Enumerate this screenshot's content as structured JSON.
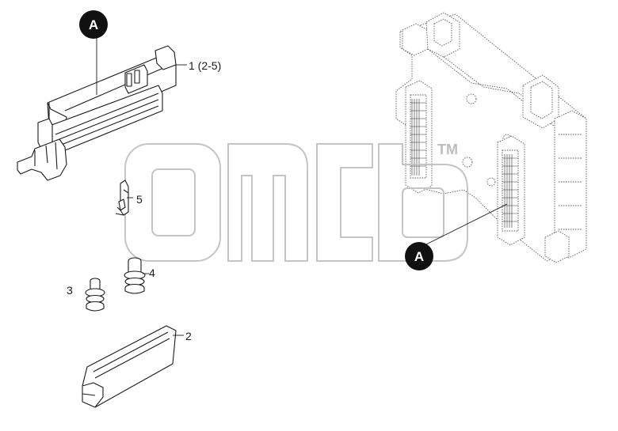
{
  "corner_note": "",
  "callouts": {
    "a_top": "A",
    "a_bottom": "A"
  },
  "parts": [
    {
      "number": "1 (2-5)"
    },
    {
      "number": "2"
    },
    {
      "number": "3"
    },
    {
      "number": "4"
    },
    {
      "number": "5"
    }
  ],
  "watermark": {
    "trademark": "TM"
  }
}
